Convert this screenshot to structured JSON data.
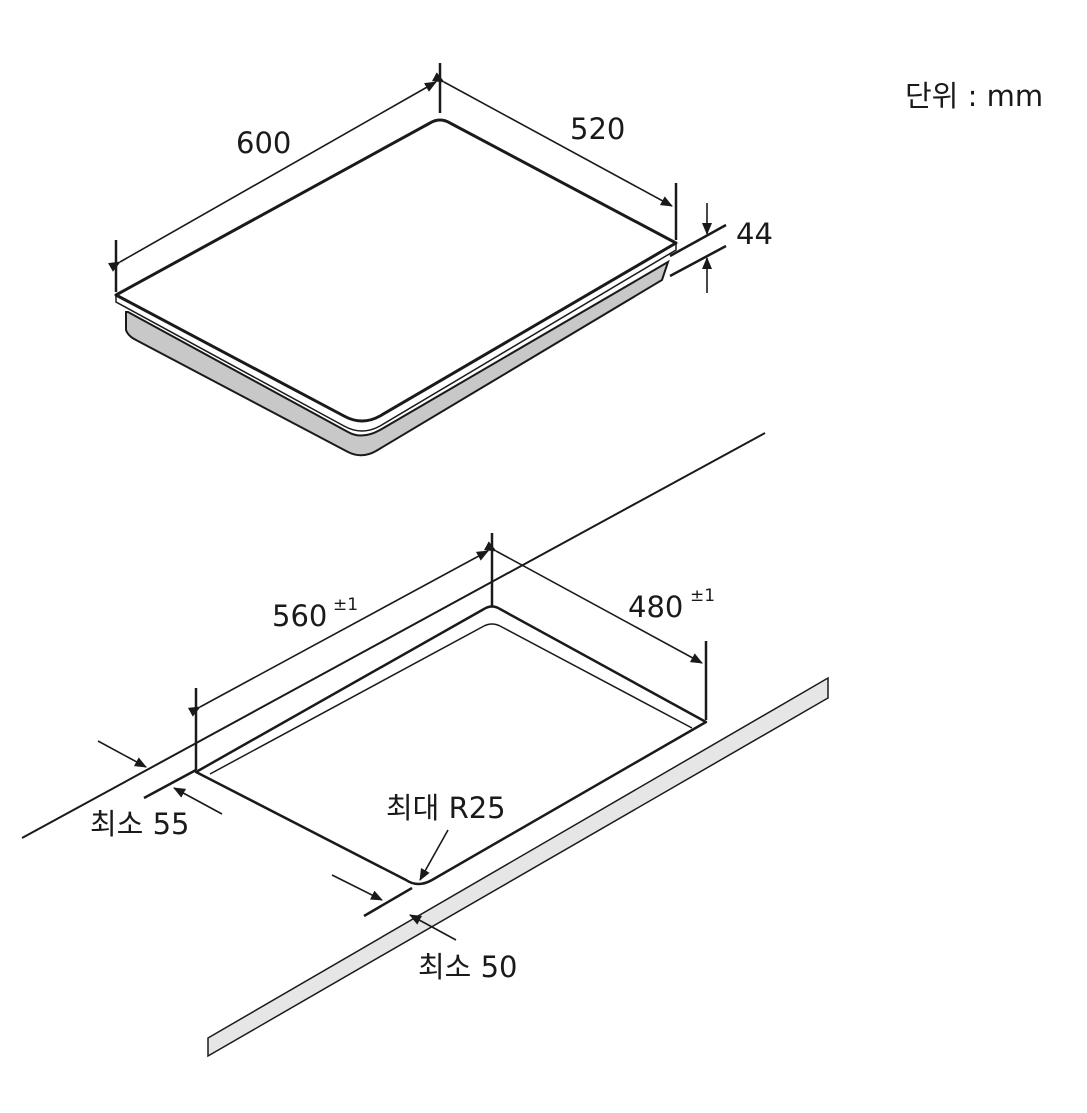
{
  "unit_label": "단위 : mm",
  "hob": {
    "width": "600",
    "depth": "520",
    "height": "44"
  },
  "cutout": {
    "width": "560",
    "width_tol": "±1",
    "depth": "480",
    "depth_tol": "±1",
    "corner_radius": "최대 R25",
    "min_back_clearance": "최소 55",
    "min_front_clearance": "최소 50"
  }
}
